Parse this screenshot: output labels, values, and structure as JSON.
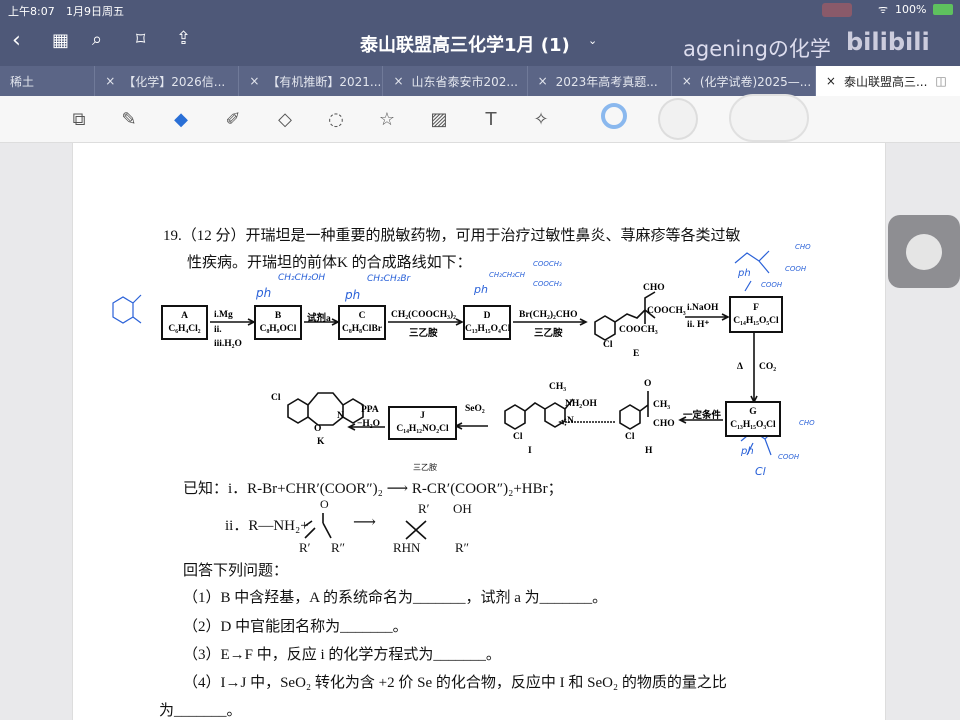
{
  "status": {
    "time": "上午8:07",
    "date": "1月9日周五",
    "battery": "100%"
  },
  "nav": {
    "title": "泰山联盟高三化学1月 (1)",
    "watermark": "ageningの化学",
    "watermark2": "bilibili"
  },
  "tabs": [
    {
      "label": "稀土"
    },
    {
      "label": "【化学】2026信..."
    },
    {
      "label": "【有机推断】2021..."
    },
    {
      "label": "山东省泰安市202..."
    },
    {
      "label": "2023年高考真题..."
    },
    {
      "label": "(化学试卷)2025—..."
    },
    {
      "label": "泰山联盟高三..."
    }
  ],
  "toolbar": {
    "tools": [
      "zoom-window",
      "pen",
      "eraser",
      "highlighter",
      "shapes",
      "lasso",
      "sticker",
      "image",
      "text",
      "laser-pointer"
    ],
    "active_tool": "eraser",
    "accent": "#4a90e2"
  },
  "question": {
    "line1": "19.（12 分）开瑞坦是一种重要的脱敏药物，可用于治疗过敏性鼻炎、荨麻疹等各类过敏",
    "line2": "性疾病。开瑞坦的前体K 的合成路线如下：",
    "boxes": {
      "A": [
        "A",
        "C₆H₄Cl₂"
      ],
      "B": [
        "B",
        "C₈H₉OCl"
      ],
      "C": [
        "C",
        "C₈H₈ClBr"
      ],
      "D": [
        "D",
        "C₁₃H₁₅O₄Cl"
      ],
      "F": [
        "F",
        "C₁₄H₁₅O₅Cl"
      ],
      "G": [
        "G",
        "C₁₃H₁₅O₃Cl"
      ],
      "J": [
        "J",
        "C₁₄H₁₂NO₂Cl"
      ]
    },
    "reagents": {
      "ab1": "i.Mg",
      "ab2": "ii.",
      "ab3": "iii.H₂O",
      "bc": "试剂a",
      "cd1": "CH₂(COOCH₃)₂",
      "cd2": "三乙胺",
      "de1": "Br(CH₂)₂CHO",
      "de2": "三乙胺",
      "ef1": "i.NaOH",
      "ef2": "ii. H⁺",
      "fg1": "Δ",
      "fg2": "CO₂",
      "gh": "一定条件",
      "hi": "NH₂OH",
      "ij": "SeO₂",
      "jk1": "PPA",
      "jk2": "−H₂O"
    },
    "structures": {
      "E": {
        "label": "E",
        "groups": [
          "CHO",
          "COOCH₃",
          "COOCH₃",
          "Cl"
        ]
      },
      "H": {
        "label": "H",
        "groups": [
          "O",
          "CH₃",
          "CHO",
          "Cl"
        ]
      },
      "I": {
        "label": "I",
        "groups": [
          "CH₃",
          "N",
          "Cl"
        ]
      },
      "K": {
        "label": "K",
        "groups": [
          "Cl",
          "O",
          "N"
        ]
      }
    },
    "known_i": "已知：i．R-Br+CHR′(COOR″)₂ ⟶ R-CR′(COOR″)₂+HBr；",
    "known_i_cond": "三乙胺",
    "known_ii": {
      "prefix": "ii．R—NH₂+",
      "r1": "R′",
      "r2": "R″",
      "o": "O",
      "p1": "R′",
      "p2": "OH",
      "p3": "RHN",
      "p4": "R″"
    },
    "prompt": "回答下列问题：",
    "q1": "（1）B 中含羟基，A 的系统命名为_______，试剂 a 为_______。",
    "q2": "（2）D 中官能团名称为_______。",
    "q3": "（3）E→F 中，反应 i 的化学方程式为_______。",
    "q4": "（4）I→J 中，SeO₂ 转化为含 +2 价 Se 的化合物，反应中 I 和 SeO₂ 的物质的量之比",
    "q4b": "为_______。"
  },
  "handwriting": {
    "b": "CH₂CH₂OH",
    "b2": "ph",
    "c": "CH₂CH₂Br",
    "c2": "ph",
    "d": "CH₂CH₂CH",
    "d2": "COOCH₃",
    "d3": "COOCH₃",
    "d4": "ph",
    "f1": "CHO",
    "f2": "COOH",
    "f3": "COOH",
    "f4": "ph",
    "g1": "CHO",
    "g2": "COOH",
    "g3": "ph",
    "cl": "Cl"
  },
  "ink_color": "#2b62d8"
}
